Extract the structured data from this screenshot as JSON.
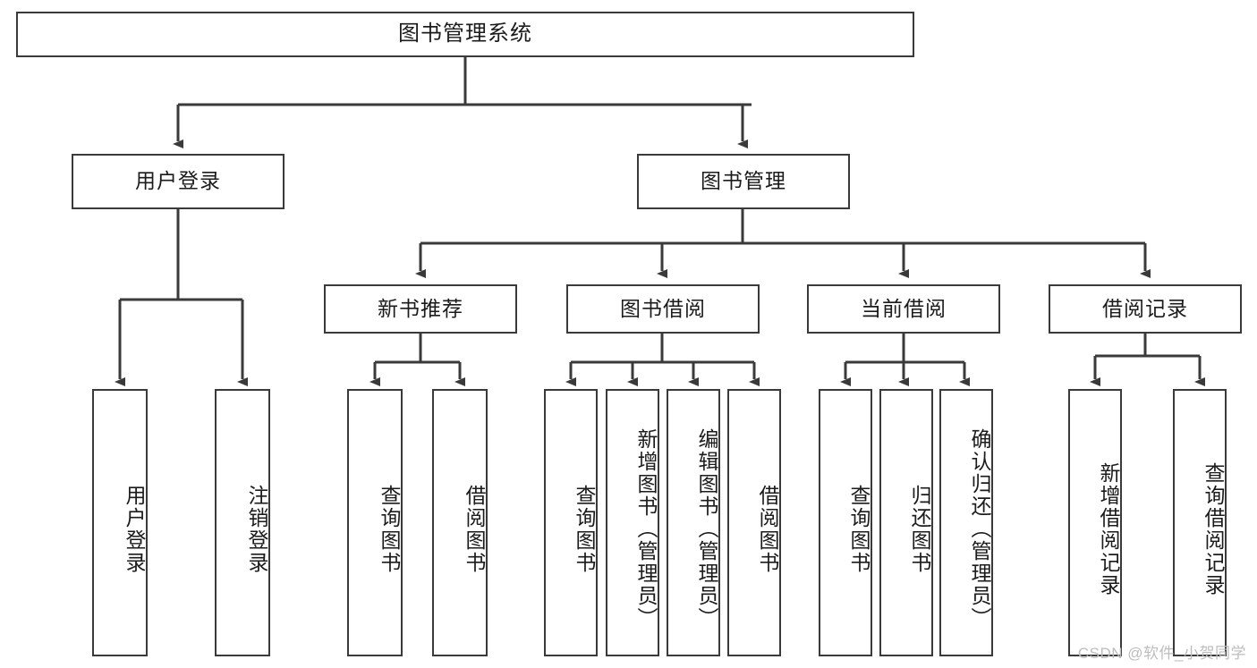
{
  "diagram": {
    "title": "图书管理系统",
    "type": "tree",
    "root": {
      "label": "图书管理系统"
    },
    "level1": [
      {
        "label": "用户登录"
      },
      {
        "label": "图书管理"
      }
    ],
    "level2": [
      {
        "label": "新书推荐"
      },
      {
        "label": "图书借阅"
      },
      {
        "label": "当前借阅"
      },
      {
        "label": "借阅记录"
      }
    ],
    "leaves": {
      "user_login": [
        {
          "label": "用户登录"
        },
        {
          "label": "注销登录"
        }
      ],
      "new_book_recommend": [
        {
          "label": "查询图书"
        },
        {
          "label": "借阅图书"
        }
      ],
      "book_borrow": [
        {
          "label": "查询图书"
        },
        {
          "label": "新增图书（管理员）"
        },
        {
          "label": "编辑图书（管理员）"
        },
        {
          "label": "借阅图书"
        }
      ],
      "current_borrow": [
        {
          "label": "查询图书"
        },
        {
          "label": "归还图书"
        },
        {
          "label": "确认归还（管理员）"
        }
      ],
      "borrow_record": [
        {
          "label": "新增借阅记录"
        },
        {
          "label": "查询借阅记录"
        }
      ]
    }
  },
  "watermark": {
    "text": "CSDN @软件_小贺同学"
  },
  "colors": {
    "stroke": "#3a3a3a",
    "text": "#1b1b1b",
    "background": "#ffffff",
    "watermark": "#bdbdbd"
  }
}
